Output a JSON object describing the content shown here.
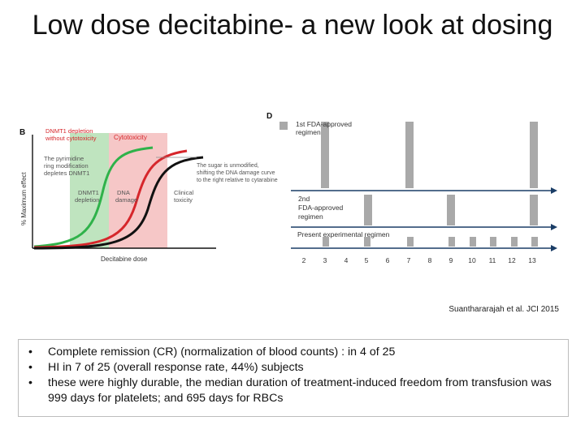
{
  "slide": {
    "title": "Low dose decitabine- a new look at dosing",
    "citation": "Suanthararajah et al. JCI 2015"
  },
  "figure_b": {
    "panel_label": "B",
    "y_label": "% Maximum effect",
    "x_label": "Decitabine dose",
    "label_dnmt1_depletion": [
      "DNMT1 depletion",
      "without cytotoxicity"
    ],
    "label_cytotoxicity": "Cytotoxicity",
    "label_pyrimidine": [
      "The pyrimidine",
      "ring modification",
      "depletes DNMT1"
    ],
    "label_sugar": [
      "The sugar is unmodified,",
      "shifting the DNA damage curve",
      "to the right relative to cytarabine"
    ],
    "label_dnmt1_region": [
      "DNMT1",
      "depletion"
    ],
    "label_dna_region": [
      "DNA",
      "damage"
    ],
    "label_clinical": [
      "Clinical",
      "toxicity"
    ],
    "colors": {
      "green_band": "#bfe4bf",
      "red_band": "#f6c7c7",
      "green": "#2fb24a",
      "red": "#d6262b",
      "black": "#111111",
      "ann_red": "#d6262b",
      "ann_text": "#555555"
    }
  },
  "figure_d": {
    "panel_label": "D",
    "regimen_1": [
      "1st FDA-approved",
      "regimen"
    ],
    "regimen_2": [
      "2nd",
      "FDA-approved",
      "regimen"
    ],
    "regimen_3": "Present experimental regimen",
    "day_labels": [
      "2",
      "3",
      "4",
      "5",
      "6",
      "7",
      "8",
      "9",
      "10",
      "11",
      "12",
      "13"
    ],
    "bar_color": "#a9a9a9",
    "arrow_color": "#1a3d66"
  },
  "bullets": [
    {
      "marker": "•",
      "text": "Complete remission (CR) (normalization of blood counts) : in 4 of 25"
    },
    {
      "marker": "•",
      "text": "HI in 7 of 25 (overall response rate, 44%) subjects"
    },
    {
      "marker": "•",
      "text": "these were highly durable, the median duration of treatment-induced freedom from transfusion was 999 days for platelets; and 695 days for RBCs"
    }
  ]
}
